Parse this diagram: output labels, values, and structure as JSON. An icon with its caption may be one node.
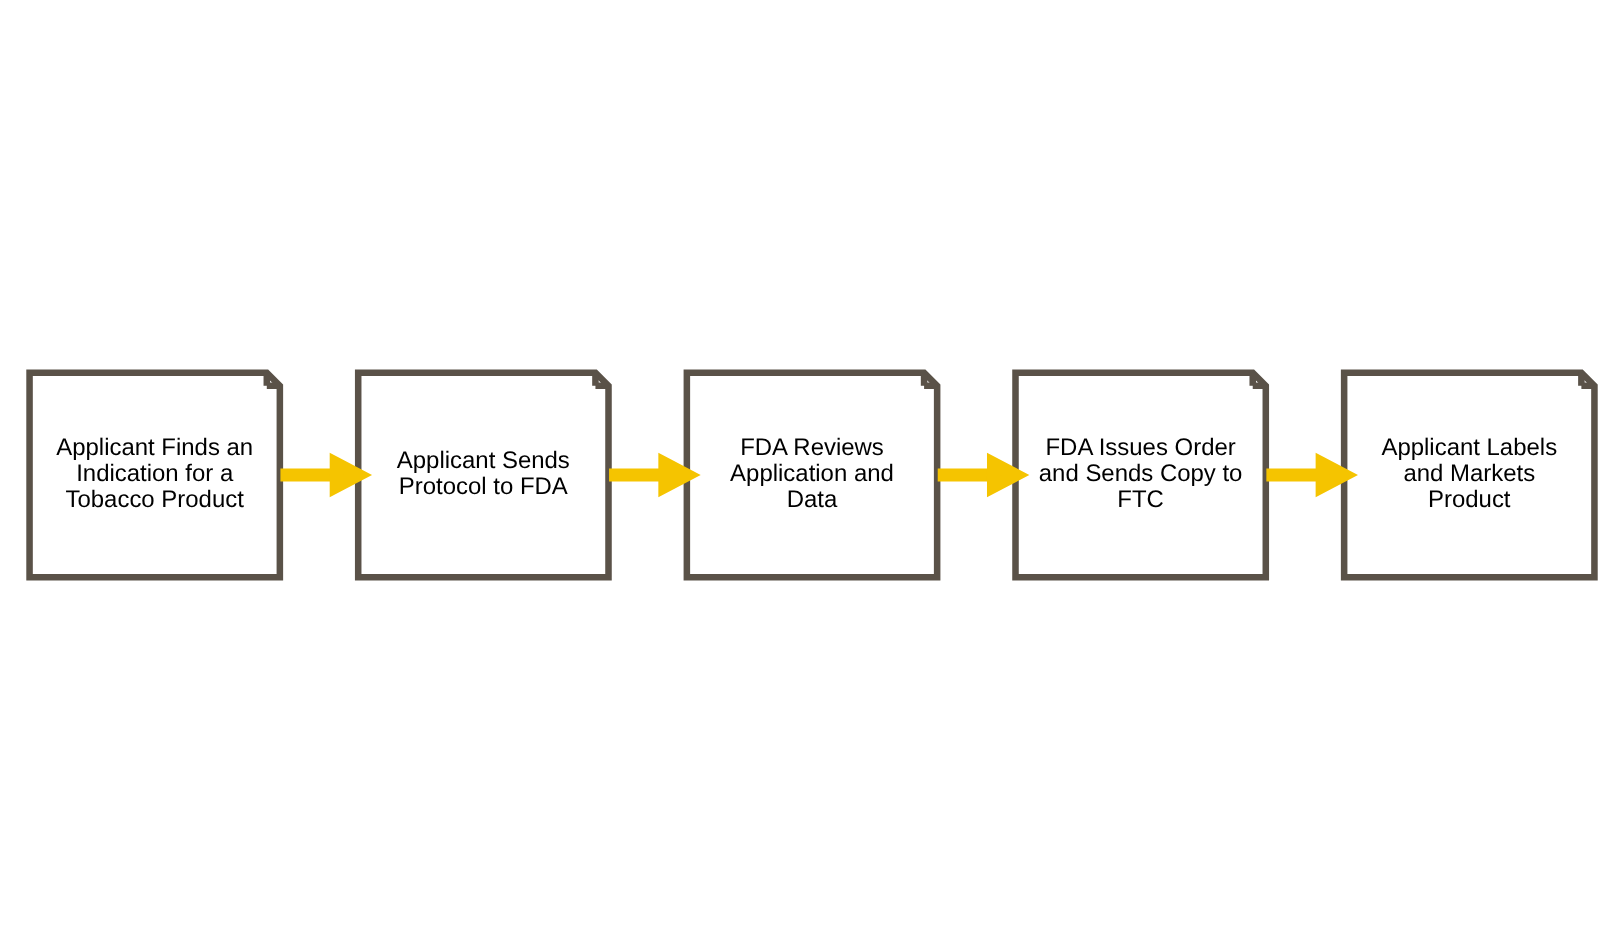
{
  "diagram": {
    "nodes": [
      {
        "text": [
          "Applicant Finds an Indication for a Tobacco Product"
        ]
      },
      {
        "text": [
          "Applicant Sends Protocol to FDA"
        ]
      },
      {
        "text": [
          "FDA Reviews Application and Data"
        ]
      },
      {
        "text": [
          "FDA Issues Order and Sends Copy to FTC"
        ]
      },
      {
        "text": [
          "Applicant Labels and Markets Product"
        ]
      }
    ],
    "edges": [
      {
        "from": 0,
        "to": 1,
        "arrow": "to"
      },
      {
        "from": 1,
        "to": 2,
        "arrow": "to"
      },
      {
        "from": 2,
        "to": 3,
        "arrow": "to"
      },
      {
        "from": 3,
        "to": 4,
        "arrow": "to"
      }
    ]
  }
}
